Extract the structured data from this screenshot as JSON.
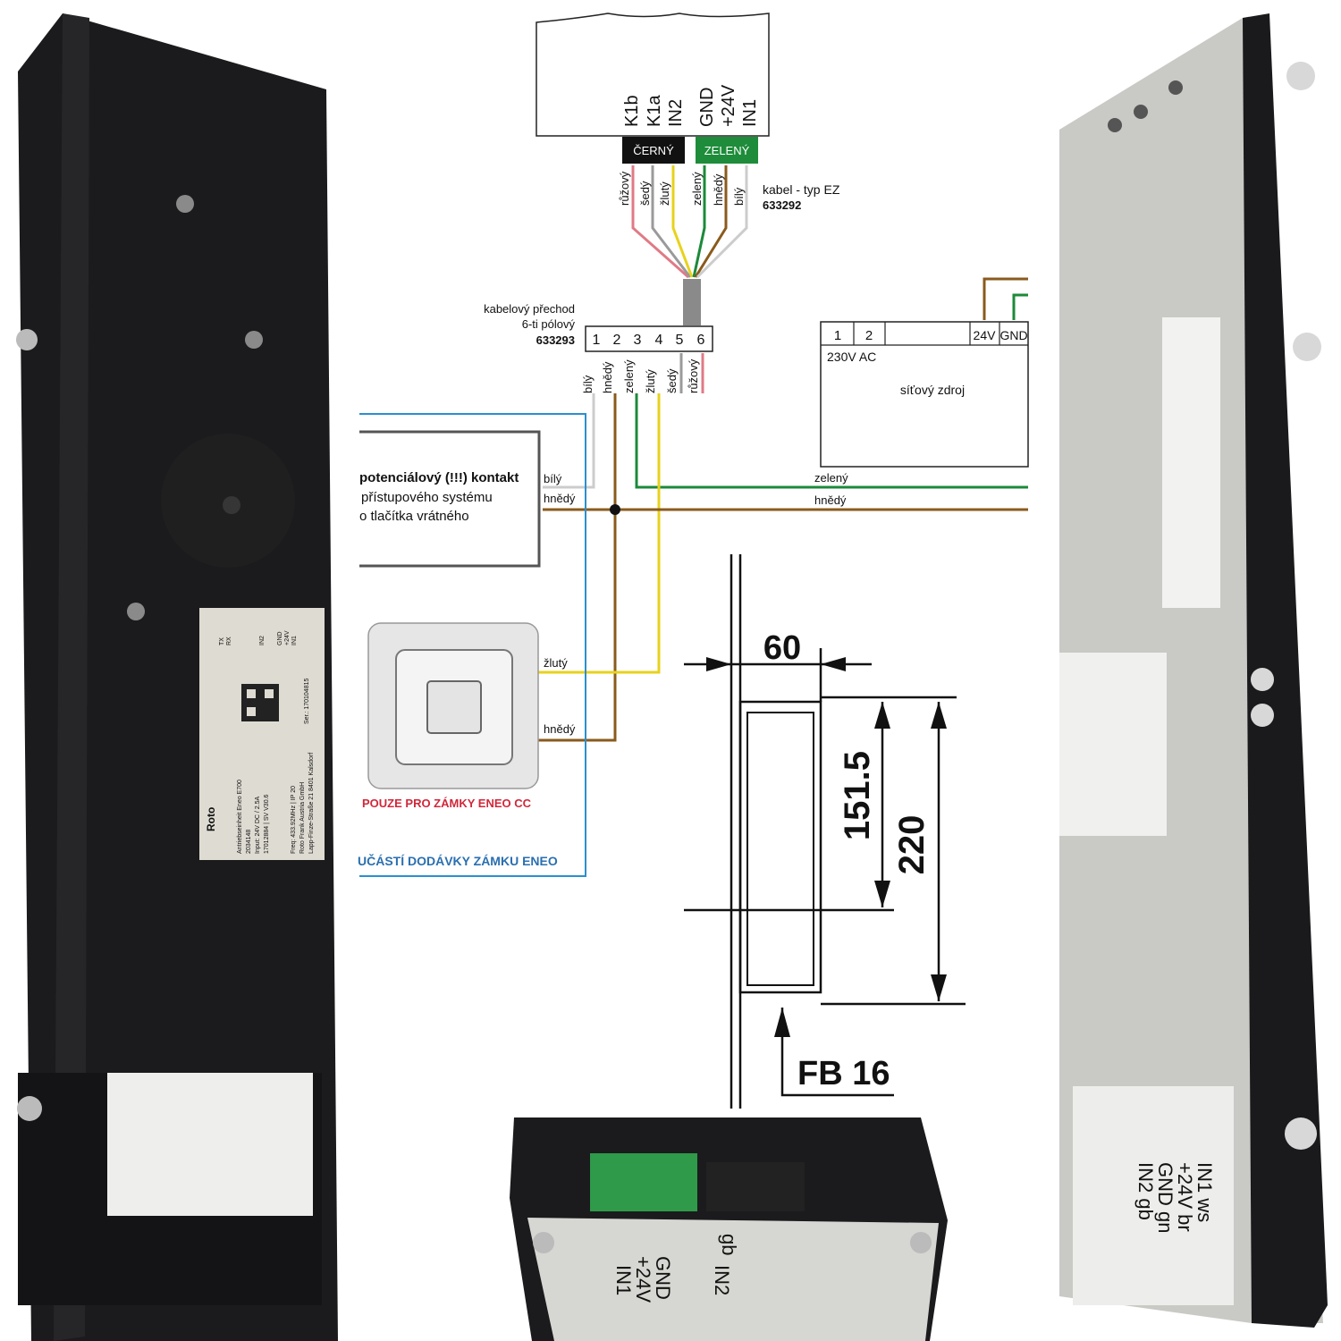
{
  "controller_terminals": [
    "K1b",
    "K1a",
    "IN2",
    "GND",
    "+24V",
    "IN1"
  ],
  "connector_black": "ČERNÝ",
  "connector_green": "ZELENÝ",
  "top_wires": [
    "růžový",
    "šedý",
    "žlutý",
    "zelený",
    "hnědý",
    "bílý"
  ],
  "cable_type": "kabel - typ EZ",
  "cable_code": "633292",
  "transition_name": "kabelový přechod",
  "transition_poles": "6-ti pólový",
  "transition_code": "633293",
  "transition_pins": [
    "1",
    "2",
    "3",
    "4",
    "5",
    "6"
  ],
  "transition_wires": [
    "bílý",
    "hnědý",
    "zelený",
    "žlutý",
    "šedý",
    "růžový"
  ],
  "supply_pins": [
    "1",
    "2",
    "24V",
    "GND"
  ],
  "supply_voltage": "230V AC",
  "supply_name": "síťový zdroj",
  "contact_title": "potenciálový (!!!) kontakt",
  "contact_line1": "přístupového systému",
  "contact_line2": "o tlačítka vrátného",
  "contact_wire_white": "bílý",
  "contact_wire_brown": "hnědý",
  "supply_wire_green": "zelený",
  "supply_wire_brown": "hnědý",
  "reader_wire_yellow": "žlutý",
  "reader_wire_brown": "hnědý",
  "reader_note": "POUZE PRO ZÁMKY ENEO CC",
  "scope_note": "UČÁSTÍ DODÁVKY ZÁMKU ENEO",
  "dim_width": "60",
  "dim_inner": "151.5",
  "dim_outer": "220",
  "dim_ref": "FB 16",
  "label_brand": "Roto",
  "label_lines": [
    "Antriebseinheit Eneo E700",
    "2034148",
    "Input: 24V DC / 2.5A",
    "17012884 | SV V30.6",
    "Freq: 433.92MHz | IP 20",
    "Roto Frank Austria GmbH",
    "Lapp-Finze-Straße 21 8401 Kalsdorf",
    "Ser.: 170104815"
  ],
  "label_pins": [
    "TX",
    "RX",
    "IN2",
    "GND",
    "+24V",
    "IN1"
  ],
  "right_plate_lines": [
    "IN1  ws",
    "+24V  br",
    "GND  gn",
    "IN2  gb"
  ],
  "bottom_plate_lines": [
    "IN1",
    "+24V",
    "GND",
    "IN2"
  ],
  "bottom_plate_code": "gb",
  "colors": {
    "yellow": "#e8d21c",
    "green": "#1c8a3a",
    "brown": "#8a5a1c",
    "blue": "#2a8fd0",
    "pink": "#e07a86",
    "grey": "#9a9a9a",
    "red_note": "#d0283a",
    "black_connector": "#111111",
    "green_connector": "#1e8c3a"
  }
}
